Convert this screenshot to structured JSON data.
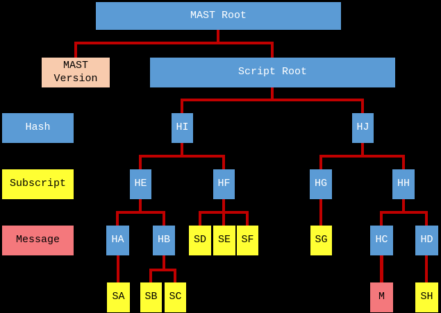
{
  "diagram": {
    "background_color": "#000000",
    "connector_color": "#c00000",
    "node_colors": {
      "hash": "#5b9bd5",
      "subscript": "#ffff33",
      "message": "#f4787c",
      "mast_version": "#f8cbad"
    },
    "legend": {
      "hash": "Hash",
      "subscript": "Subscript",
      "message": "Message"
    },
    "nodes": {
      "mast_root": "MAST Root",
      "mast_version": "MAST Version",
      "script_root": "Script Root",
      "hi": "HI",
      "hj": "HJ",
      "he": "HE",
      "hf": "HF",
      "hg": "HG",
      "hh": "HH",
      "ha": "HA",
      "hb": "HB",
      "sd": "SD",
      "se": "SE",
      "sf": "SF",
      "sg": "SG",
      "hc": "HC",
      "hd": "HD",
      "sa": "SA",
      "sb": "SB",
      "sc": "SC",
      "m": "M",
      "sh": "SH"
    },
    "edges": [
      [
        "MAST Root",
        "MAST Version"
      ],
      [
        "MAST Root",
        "Script Root"
      ],
      [
        "Script Root",
        "HI"
      ],
      [
        "Script Root",
        "HJ"
      ],
      [
        "HI",
        "HE"
      ],
      [
        "HI",
        "HF"
      ],
      [
        "HJ",
        "HG"
      ],
      [
        "HJ",
        "HH"
      ],
      [
        "HE",
        "HA"
      ],
      [
        "HE",
        "HB"
      ],
      [
        "HF",
        "SD"
      ],
      [
        "HF",
        "SE"
      ],
      [
        "HF",
        "SF"
      ],
      [
        "HG",
        "SG"
      ],
      [
        "HH",
        "HC"
      ],
      [
        "HH",
        "HD"
      ],
      [
        "HA",
        "SA"
      ],
      [
        "HB",
        "SB"
      ],
      [
        "HB",
        "SC"
      ],
      [
        "HC",
        "M"
      ],
      [
        "HD",
        "SH"
      ]
    ]
  }
}
